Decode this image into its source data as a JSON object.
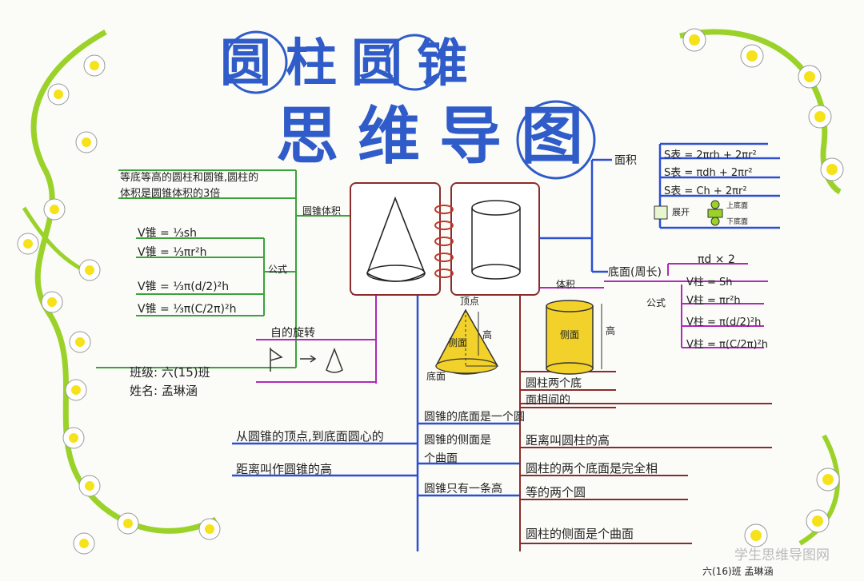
{
  "title": {
    "line1": "圆柱圆锥",
    "line2": "思维导图"
  },
  "left": {
    "relation_note_line1": "等底等高的圆柱和圆锥,圆柱的",
    "relation_note_line2": "体积是圆锥体积的3倍",
    "cone_volume_branch": "圆锥体积",
    "formula_branch": "公式",
    "cone_formulas": [
      "V锥 = ⅓sh",
      "V锥 = ⅓πr²h",
      "V锥 = ⅓π(d/2)²h",
      "V锥 = ⅓π(C/2π)²h"
    ],
    "rotation_label": "自的旋转",
    "class_label": "班级: 六(15)班",
    "name_label": "姓名: 孟琳涵",
    "height_def_line1": "从圆锥的顶点,到底面圆心的",
    "height_def_line2": "距离叫作圆锥的高"
  },
  "cone_diagram": {
    "apex": "顶点",
    "height": "高",
    "lateral": "侧面",
    "base": "底面"
  },
  "center_bottom": {
    "cone_fact1": "圆锥的底面是一个圆",
    "cone_fact2_line1": "圆锥的侧面是",
    "cone_fact2_line2": "个曲面",
    "cone_fact3": "圆锥只有一条高"
  },
  "right": {
    "area_branch": "面积",
    "area_formulas": [
      "S表 = 2πrh + 2πr²",
      "S表 = πdh + 2πr²",
      "S表 = Ch + 2πr²"
    ],
    "unfold_label": "展开",
    "unfold_top": "上底面",
    "unfold_bottom": "下底面",
    "base_perimeter_branch": "底面(周长)",
    "perimeter_formula": "πd × 2",
    "volume_branch": "体积",
    "formula_branch": "公式",
    "cyl_formulas": [
      "V柱 = Sh",
      "V柱 = πr²h",
      "V柱 = π(d/2)²h",
      "V柱 = π(C/2π)²h"
    ],
    "cyl_lateral": "侧面",
    "cyl_height": "高",
    "cyl_fact1_line1": "圆柱两个底",
    "cyl_fact1_line2": "面相间的",
    "cyl_fact1_line3": "距离叫圆柱的高",
    "cyl_fact2_line1": "圆柱的两个底面是完全相",
    "cyl_fact2_line2": "等的两个圆",
    "cyl_fact3": "圆柱的侧面是个曲面"
  },
  "footer": {
    "watermark": "学生思维导图网",
    "signature": "六(16)班 孟琳涵"
  },
  "colors": {
    "title_blue": "#2f5cc8",
    "green_line": "#3aa33a",
    "purple_line": "#b02ab8",
    "blue_line": "#2d4fd0",
    "brown_line": "#8a2c2c",
    "vine_green": "#9bd22a",
    "flower_yellow": "#f6e21b",
    "cone_yellow": "#f2d12a"
  }
}
